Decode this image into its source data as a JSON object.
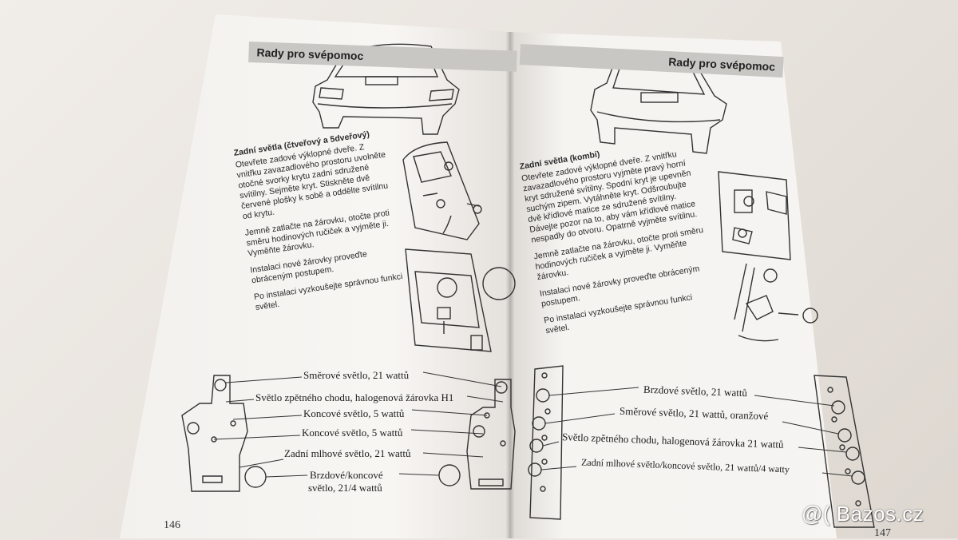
{
  "left_page": {
    "header": "Rady pro svépomoc",
    "section_title": "Zadní světla (čtveřový a 5dveřový)",
    "paragraphs": [
      "Otevřete zadové výklopné dveře. Z vnitřku zavazadlového prostoru uvolněte otočné svorky krytu zadní sdružené svítilny. Sejměte kryt. Stiskněte dvě červené plošky k sobě a oddělte svítilnu od krytu.",
      "Jemně zatlačte na žárovku, otočte proti směru hodinových ručiček a vyjměte ji. Vyměňte žárovku.",
      "Instalaci nové žárovky proveďte obráceným postupem.",
      "Po instalaci vyzkoušejte správnou funkci světel."
    ],
    "labels": [
      "Směrové světlo, 21 wattů",
      "Světlo zpětného chodu, halogenová žárovka H1",
      "Koncové světlo, 5 wattů",
      "Koncové světlo, 5 wattů",
      "Zadní mlhové světlo, 21 wattů",
      "Brzdové/koncové",
      "světlo, 21/4 wattů"
    ],
    "page_number": "146"
  },
  "right_page": {
    "header": "Rady pro svépomoc",
    "section_title": "Zadní světla (kombi)",
    "paragraphs": [
      "Otevřete zadové výklopné dveře. Z vnitřku zavazadlového prostoru vyjměte pravý horní kryt sdružené svítilny. Spodní kryt je upevněn suchým zipem. Vytáhněte kryt. Odšroubujte dvě křídlové matice ze sdružené svítilny. Dávejte pozor na to, aby vám křídlové matice nespadly do otvoru. Opatrně vyjměte svítilnu.",
      "Jemně zatlačte na žárovku, otočte proti směru hodinových ručiček a vyjměte ji. Vyměňte žárovku.",
      "Instalaci nové žárovky proveďte obráceným postupem.",
      "Po instalaci vyzkoušejte správnou funkci světel."
    ],
    "labels": [
      "Brzdové světlo, 21 wattů",
      "Směrové světlo, 21 wattů, oranžové",
      "Světlo zpětného chodu, halogenová žárovka 21 wattů",
      "Zadní mlhové světlo/koncové světlo, 21 wattů/4 watty"
    ],
    "page_number": "147"
  },
  "watermark": "@( Bazos.cz",
  "colors": {
    "page": "#f7f5f2",
    "header_band": "#c9c7c4",
    "ink": "#222222"
  }
}
